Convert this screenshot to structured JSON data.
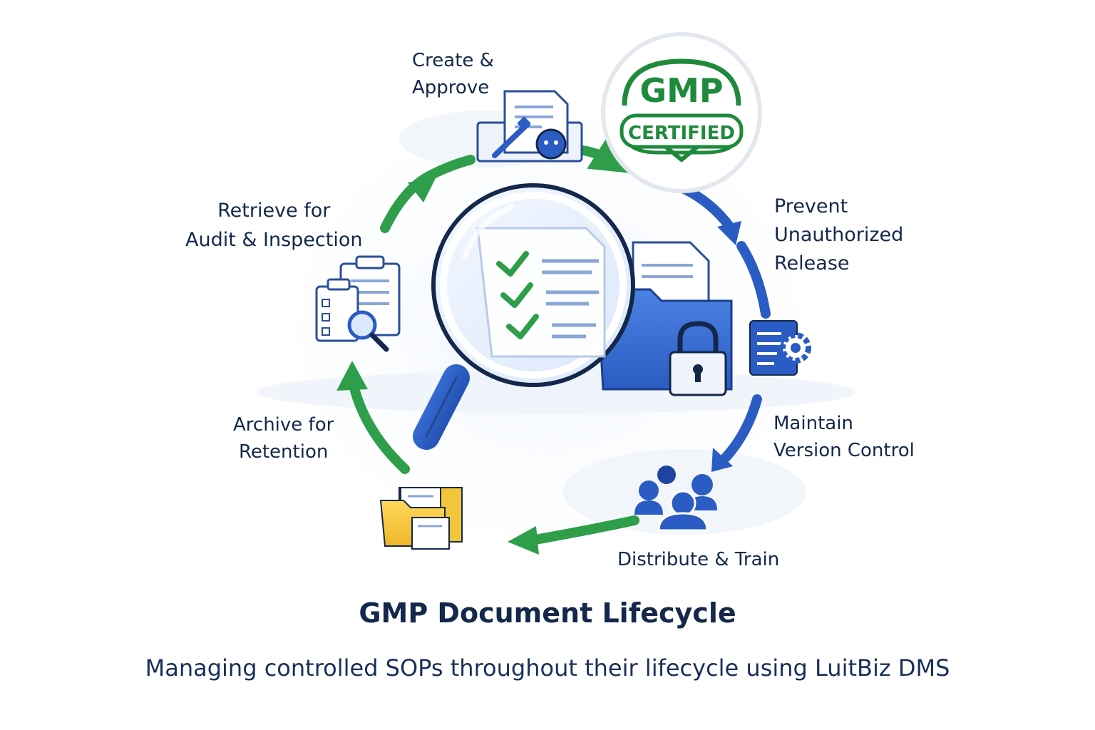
{
  "badge": {
    "top_text": "GMP",
    "bottom_text": "CERTIFIED",
    "color": "#1e8a3c"
  },
  "stages": {
    "create": {
      "lines": [
        "Create &",
        "Approve"
      ]
    },
    "prevent": {
      "lines": [
        "Prevent",
        "Unauthorized",
        "Release"
      ]
    },
    "version": {
      "lines": [
        "Maintain",
        "Version Control"
      ]
    },
    "distribute": {
      "lines": [
        "Distribute & Train"
      ]
    },
    "archive": {
      "lines": [
        "Archive for",
        "Retention"
      ]
    },
    "retrieve": {
      "lines": [
        "Retrieve for",
        "Audit & Inspection"
      ]
    }
  },
  "footer": {
    "title": "GMP Document Lifecycle",
    "subtitle": "Managing controlled SOPs throughout their lifecycle using LuitBiz DMS"
  },
  "colors": {
    "green": "#2e9e4a",
    "blue": "#2a5cc4",
    "navy": "#14284b",
    "yellow": "#f2c53a"
  },
  "icons": [
    "document-sign-icon",
    "gmp-certified-badge",
    "settings-document-icon",
    "team-icon",
    "folder-archive-icon",
    "clipboard-search-icon",
    "magnifier-checklist-icon",
    "locked-folder-icon"
  ]
}
